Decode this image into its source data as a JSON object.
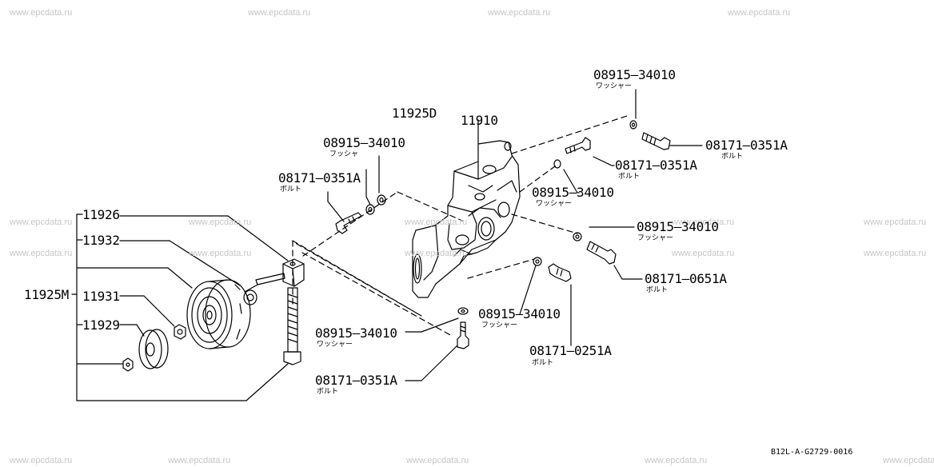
{
  "watermark": "www.epcdata.ru",
  "diagram_code": "B12L-A-G2729-0016",
  "labels": {
    "w_top": {
      "part": "08915–34010",
      "desc": "ワッシャー"
    },
    "b_right_top": {
      "part": "08171–0351A",
      "desc": "ボルト"
    },
    "b_mid": {
      "part": "08171–0351A",
      "desc": "ボルト"
    },
    "w_mid": {
      "part": "08915–34010",
      "desc": "ワッシャー"
    },
    "w_right": {
      "part": "08915–34010",
      "desc": "フッシャー"
    },
    "b_right": {
      "part": "08171–0651A",
      "desc": "ボルト"
    },
    "w_lower": {
      "part": "08915–34010",
      "desc": "フッシャー"
    },
    "b_lower": {
      "part": "08171–0251A",
      "desc": "ボルト"
    },
    "w_left_top": {
      "part": "08915–34010",
      "desc": "フッシャ"
    },
    "b_left_top": {
      "part": "08171–0351A",
      "desc": "ボルト"
    },
    "p_11925d": {
      "part": "11925D"
    },
    "p_11910": {
      "part": "11910"
    },
    "w_bottom": {
      "part": "08915–34010",
      "desc": "ワッシャー"
    },
    "b_bottom": {
      "part": "08171–0351A",
      "desc": "ボルト"
    },
    "p_11926": {
      "part": "11926"
    },
    "p_11932": {
      "part": "11932"
    },
    "p_11925m": {
      "part": "11925M"
    },
    "p_11931": {
      "part": "11931"
    },
    "p_11929": {
      "part": "11929"
    }
  }
}
